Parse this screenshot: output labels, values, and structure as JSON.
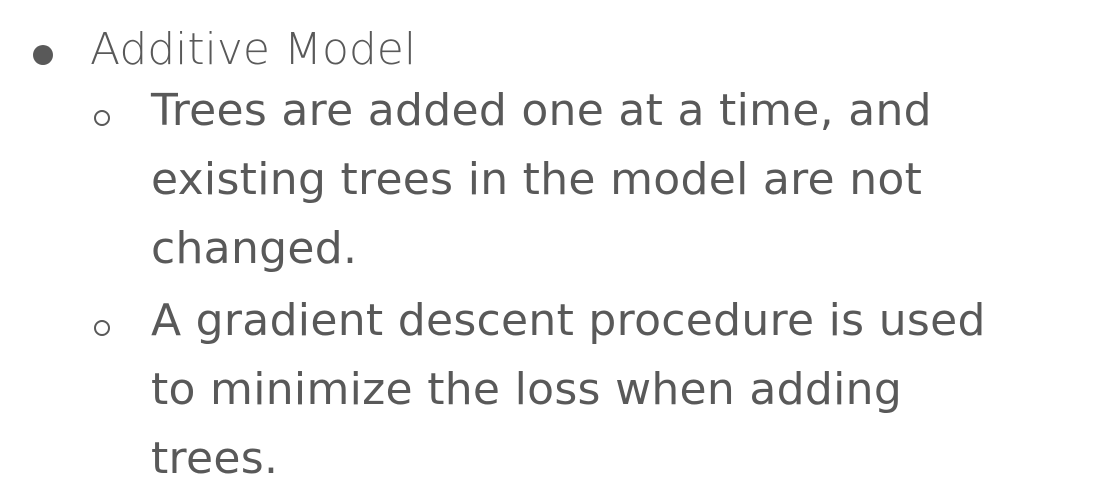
{
  "slide": {
    "items": [
      {
        "text": "Additive Model",
        "subitems": [
          {
            "lines": [
              "Trees are added one at a time, and",
              "existing trees in the model are not",
              "changed."
            ]
          },
          {
            "lines": [
              "A gradient descent procedure is used",
              "to minimize the loss when adding",
              "trees."
            ]
          }
        ]
      }
    ]
  }
}
